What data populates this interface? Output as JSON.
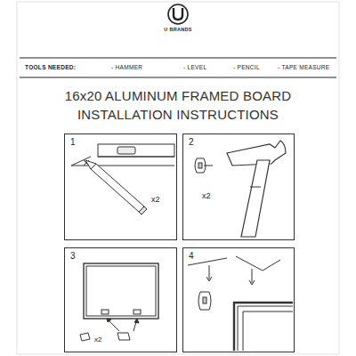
{
  "diagram": {
    "title": "16x20 ALUMINUM FRAMED BOARD INSTALLATION INSTRUCTIONS",
    "nodes": [
      {
        "text": [
          "1",
          "x2"
        ]
      },
      {
        "text": [
          "2",
          "x2"
        ]
      },
      {
        "text": [
          "3",
          "x2"
        ]
      },
      {
        "text": [
          "4"
        ]
      }
    ],
    "labels": [
      "U BRANDS",
      "TOOLS NEEDED:",
      "- HAMMER",
      "- LEVEL",
      "- PENCIL",
      "- TAPE MEASURE"
    ]
  }
}
